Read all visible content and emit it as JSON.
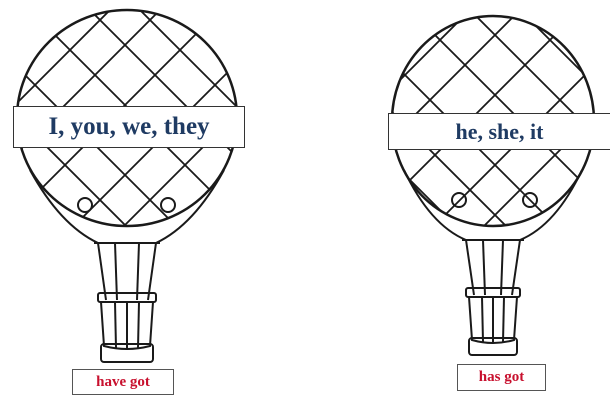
{
  "colors": {
    "line": "#1a1a1a",
    "banner_text": "#1f3b63",
    "tag_text": "#c8102e"
  },
  "balloons": [
    {
      "banner": "I, you, we, they",
      "tag": "have got"
    },
    {
      "banner": "he, she, it",
      "tag": "has got"
    }
  ]
}
